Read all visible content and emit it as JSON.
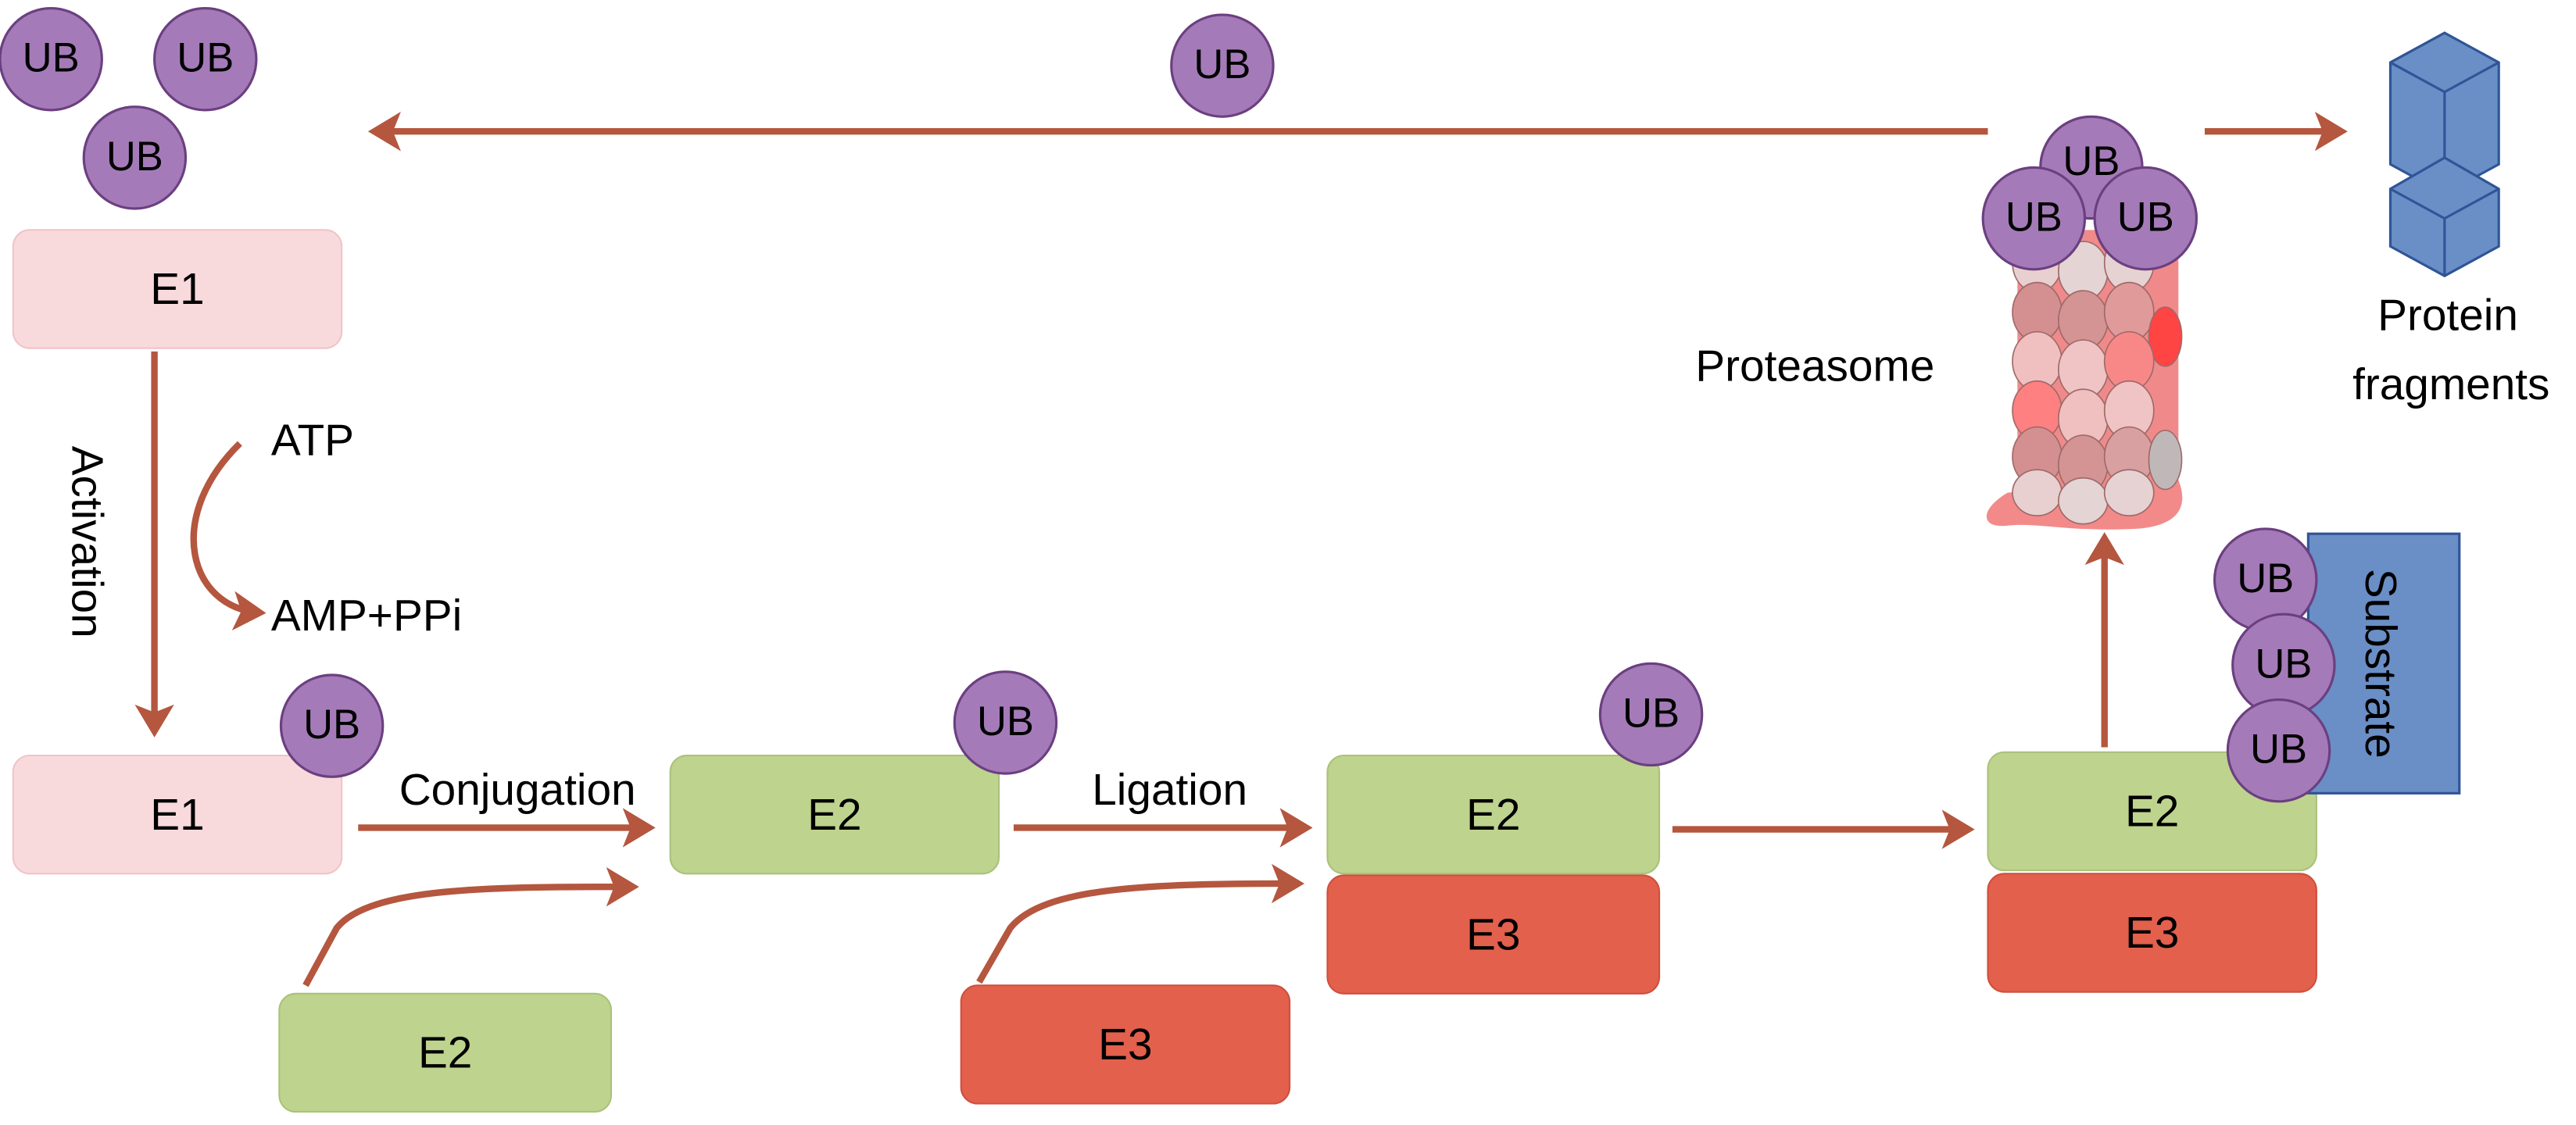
{
  "colors": {
    "arrow": "#b5563e",
    "ub": "#a47bb8",
    "ub_stroke": "#6b3f80",
    "e1": "#f8dadd",
    "e2": "#bed38e",
    "e3": "#e2604c",
    "blue": "#6a8ec6",
    "blue_stroke": "#2f5597"
  },
  "ub_label": "UB",
  "labels": {
    "activation": "Activation",
    "atp": "ATP",
    "amp": "AMP+PPi",
    "conjugation": "Conjugation",
    "ligation": "Ligation",
    "proteasome": "Proteasome",
    "protein": "Protein",
    "fragments": "fragments",
    "substrate": "Substrate"
  },
  "enzymes": {
    "e1": "E1",
    "e2": "E2",
    "e3": "E3"
  }
}
